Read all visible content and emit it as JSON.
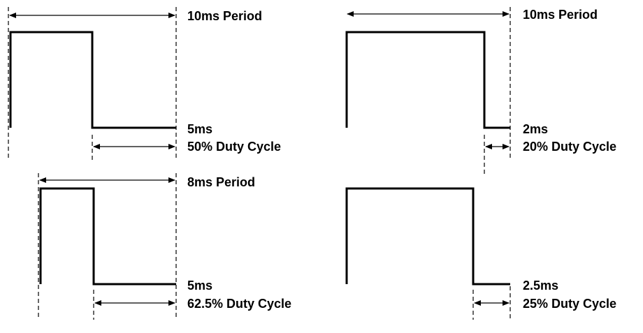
{
  "panels": [
    {
      "period_label": "10ms Period",
      "pulse_label": "5ms",
      "duty_label": "50% Duty Cycle",
      "period_ms": 10,
      "high_ms": 5
    },
    {
      "period_label": "10ms Period",
      "pulse_label": "2ms",
      "duty_label": "20% Duty Cycle",
      "period_ms": 10,
      "high_ms": 8
    },
    {
      "period_label": "8ms Period",
      "pulse_label": "5ms",
      "duty_label": "62.5% Duty Cycle",
      "period_ms": 8,
      "high_ms": 3
    },
    {
      "period_label": "",
      "pulse_label": "2.5ms",
      "duty_label": "25% Duty Cycle",
      "period_ms": 10,
      "high_ms": 7.5
    }
  ]
}
